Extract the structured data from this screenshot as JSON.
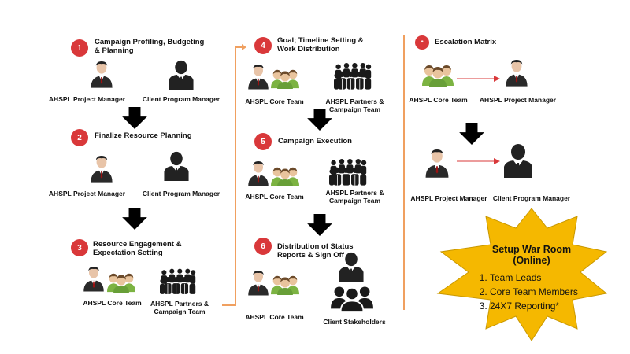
{
  "steps": [
    {
      "num": "1",
      "title": "Campaign Profiling, Budgeting & Planning"
    },
    {
      "num": "2",
      "title": "Finalize Resource Planning"
    },
    {
      "num": "3",
      "title": "Resource Engagement & Expectation Setting"
    },
    {
      "num": "4",
      "title": "Goal; Timeline Setting & Work Distribution"
    },
    {
      "num": "5",
      "title": "Campaign Execution"
    },
    {
      "num": "6",
      "title": "Distribution of Status Reports & Sign Off"
    },
    {
      "num": "*",
      "title": "Escalation Matrix"
    }
  ],
  "labels": {
    "ahspl_pm": "AHSPL Project Manager",
    "client_pm": "Client Program Manager",
    "core_team": "AHSPL Core Team",
    "partners_line1": "AHSPL Partners &",
    "partners_line2": "Campaign Team",
    "client_stakeholders": "Client Stakeholders"
  },
  "war_room": {
    "title": "Setup War Room (Online)",
    "items": [
      "Team Leads",
      "Core Team Members",
      "24X7 Reporting*"
    ]
  },
  "colors": {
    "badge": "#d9383a",
    "divider": "#f0a060",
    "star": "#f5b800",
    "team_green": "#7cb342",
    "arrow_red": "#d9383a"
  },
  "icons": [
    "person-icon",
    "business-person-icon",
    "team-icon",
    "group-icon",
    "stakeholders-icon",
    "down-arrow-icon"
  ]
}
